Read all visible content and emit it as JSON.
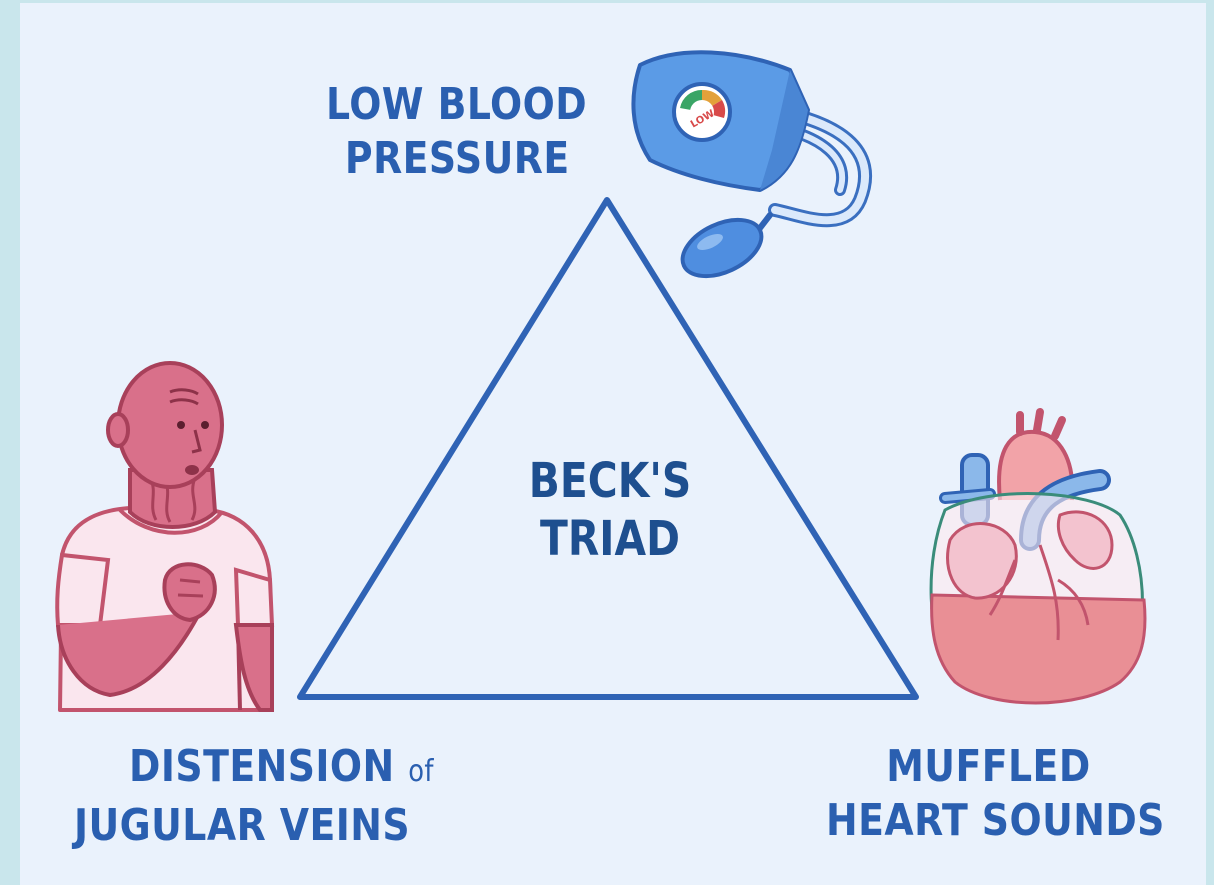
{
  "center": {
    "line1": "BECK'S",
    "line2": "TRIAD"
  },
  "vertices": {
    "top": {
      "line1": "LOW BLOOD",
      "line2": "PRESSURE",
      "gauge_text": "LOW"
    },
    "left": {
      "line1_main": "DISTENSION",
      "line1_small": "of",
      "line2": "JUGULAR VEINS"
    },
    "right": {
      "line1": "MUFFLED",
      "line2": "HEART SOUNDS"
    }
  },
  "colors": {
    "background": "#c9e6ec",
    "panel": "#eaf2fc",
    "triangle": "#2f63b5",
    "label_text": "#2a5fb0",
    "title_text": "#1e4f8f",
    "person_skin": "#d9708a",
    "heart_fluid": "#e98f95",
    "cuff": "#5b9be6"
  },
  "icons": [
    "blood-pressure-cuff-icon",
    "person-with-jugular-veins-icon",
    "heart-icon"
  ]
}
